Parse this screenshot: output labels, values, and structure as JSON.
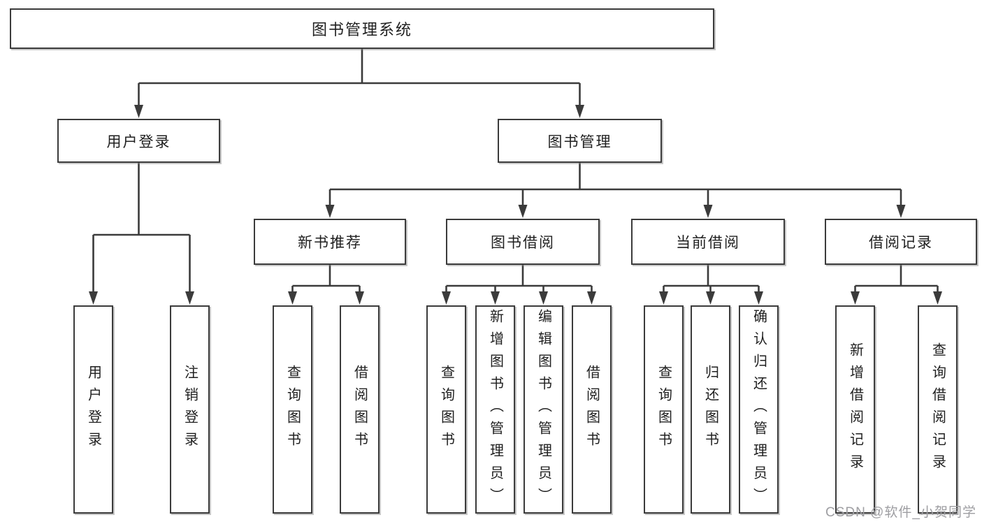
{
  "diagram": {
    "title": "图书管理系统",
    "tree": {
      "id": "root",
      "label": "图书管理系统",
      "children": [
        {
          "id": "user_login",
          "label": "用户登录",
          "children": [
            {
              "id": "ul_login",
              "label": "用户登录",
              "children": []
            },
            {
              "id": "ul_logout",
              "label": "注销登录",
              "children": []
            }
          ]
        },
        {
          "id": "book_mgmt",
          "label": "图书管理",
          "children": [
            {
              "id": "new_rec",
              "label": "新书推荐",
              "children": [
                {
                  "id": "nr_query",
                  "label": "查询图书",
                  "children": []
                },
                {
                  "id": "nr_borrow",
                  "label": "借阅图书",
                  "children": []
                }
              ]
            },
            {
              "id": "borrow",
              "label": "图书借阅",
              "children": [
                {
                  "id": "b_query",
                  "label": "查询图书",
                  "children": []
                },
                {
                  "id": "b_add",
                  "label": "新增图书（管理员）",
                  "children": []
                },
                {
                  "id": "b_edit",
                  "label": "编辑图书（管理员）",
                  "children": []
                },
                {
                  "id": "b_borrow",
                  "label": "借阅图书",
                  "children": []
                }
              ]
            },
            {
              "id": "current",
              "label": "当前借阅",
              "children": [
                {
                  "id": "c_query",
                  "label": "查询图书",
                  "children": []
                },
                {
                  "id": "c_return",
                  "label": "归还图书",
                  "children": []
                },
                {
                  "id": "c_confirm",
                  "label": "确认归还（管理员）",
                  "children": []
                }
              ]
            },
            {
              "id": "records",
              "label": "借阅记录",
              "children": [
                {
                  "id": "r_add",
                  "label": "新增借阅记录",
                  "children": []
                },
                {
                  "id": "r_query",
                  "label": "查询借阅记录",
                  "children": []
                }
              ]
            }
          ]
        }
      ]
    }
  },
  "watermark": {
    "text": "CSDN @软件_小贺同学"
  },
  "colors": {
    "line": "#3b3b3b",
    "box_border": "#3b3b3b",
    "box_fill": "#ffffff",
    "text": "#1f1f1f",
    "watermark": "#9e9ea2",
    "background": "#ffffff"
  }
}
